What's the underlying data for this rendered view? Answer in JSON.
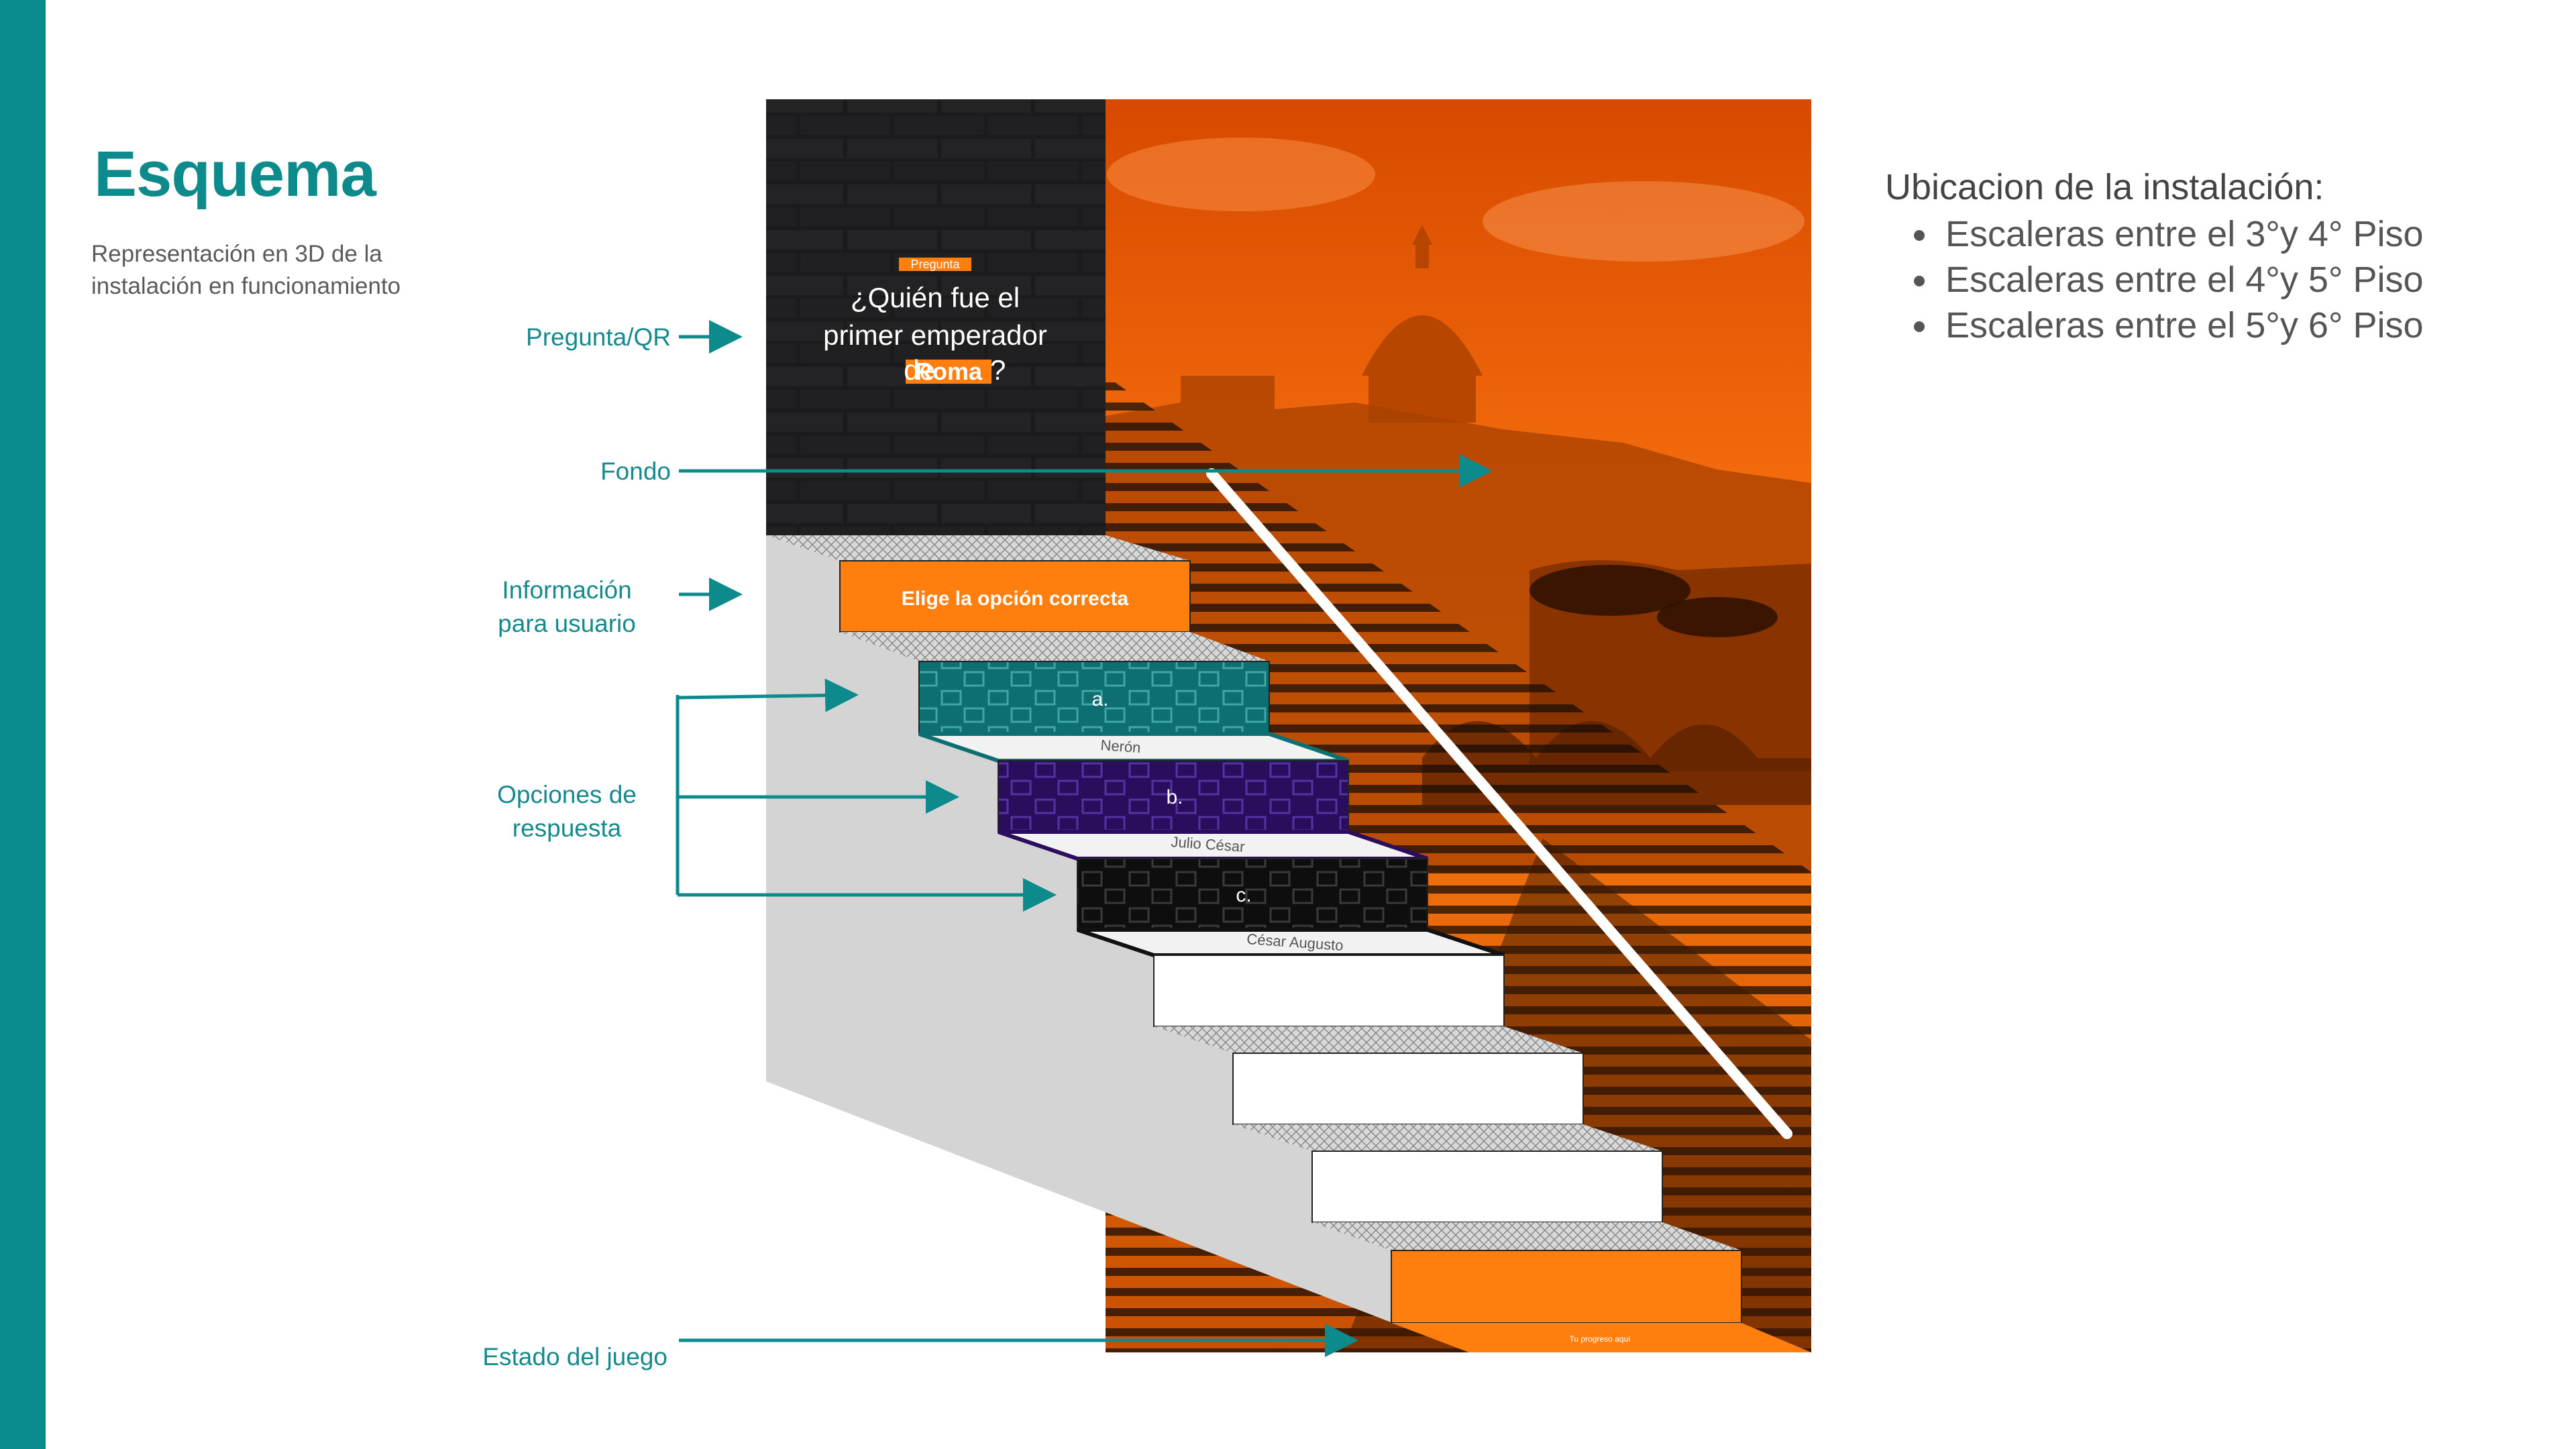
{
  "header": {
    "title": "Esquema",
    "subtitle": "Representación en 3D de la instalación en funcionamiento"
  },
  "labels": {
    "pregunta_qr": "Pregunta/QR",
    "fondo": "Fondo",
    "informacion_line1": "Información",
    "informacion_line2": "para usuario",
    "opciones_line1": "Opciones de",
    "opciones_line2": "respuesta",
    "estado": "Estado del juego"
  },
  "screen": {
    "tag": "Pregunta",
    "question_line1": "¿Quién fue el",
    "question_line2": "primer emperador",
    "question_line3_prefix": "de ",
    "question_highlight": "Roma",
    "question_suffix": "?"
  },
  "stairs": {
    "instruction": "Elige la opción correcta",
    "options": [
      {
        "letter": "a.",
        "answer": "Nerón"
      },
      {
        "letter": "b.",
        "answer": "Julio César"
      },
      {
        "letter": "c.",
        "answer": "César Augusto"
      }
    ],
    "status_text": "Tu progreso aquí"
  },
  "location": {
    "heading": "Ubicacion de la instalación:",
    "items": [
      "Escaleras entre el 3°y 4° Piso",
      "Escaleras entre el 4°y 5° Piso",
      "Escaleras entre el 5°y 6° Piso"
    ]
  },
  "colors": {
    "accent": "#0d8a8c",
    "orange": "#ff7f0e",
    "teal_step": "#0f6f73",
    "purple_step": "#2c0f5f",
    "black_step": "#111111"
  }
}
